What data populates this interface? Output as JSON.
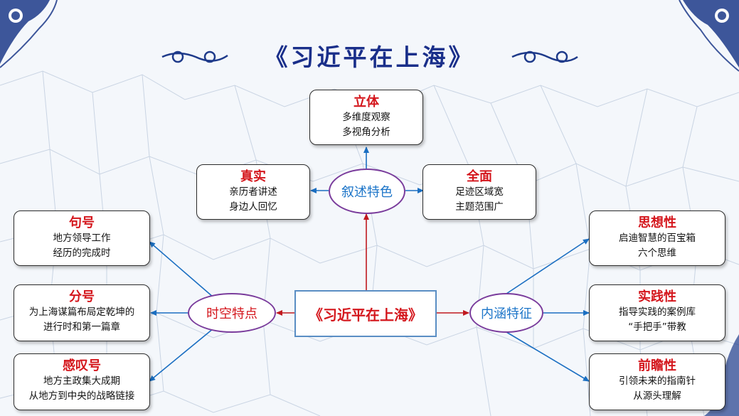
{
  "title": "《习近平在上海》",
  "center": "《习近平在上海》",
  "hubs": {
    "narrative": "叙述特色",
    "spacetime": "时空特点",
    "connotation": "内涵特征"
  },
  "colors": {
    "title": "#1a2f8a",
    "heading": "#d4161c",
    "hub_border": "#7a3c9c",
    "arrow_blue": "#1b6fc2",
    "arrow_red": "#c0181e"
  },
  "boxes": {
    "liti": {
      "heading": "立体",
      "lines": [
        "多维度观察",
        "多视角分析"
      ]
    },
    "zhenshi": {
      "heading": "真实",
      "lines": [
        "亲历者讲述",
        "身边人回忆"
      ]
    },
    "quanmian": {
      "heading": "全面",
      "lines": [
        "足迹区域宽",
        "主题范围广"
      ]
    },
    "juhao": {
      "heading": "句号",
      "lines": [
        "地方领导工作",
        "经历的完成时"
      ]
    },
    "fenhao": {
      "heading": "分号",
      "lines": [
        "为上海谋篇布局定乾坤的",
        "进行时和第一篇章"
      ]
    },
    "gantanhao": {
      "heading": "感叹号",
      "lines": [
        "地方主政集大成期",
        "从地方到中央的战略链接"
      ]
    },
    "sixiang": {
      "heading": "思想性",
      "lines": [
        "启迪智慧的百宝箱",
        "六个思维"
      ]
    },
    "shijian": {
      "heading": "实践性",
      "lines": [
        "指导实践的案例库",
        "“手把手”带教"
      ]
    },
    "qianzhan": {
      "heading": "前瞻性",
      "lines": [
        "引领未来的指南针",
        "从源头理解"
      ]
    }
  }
}
